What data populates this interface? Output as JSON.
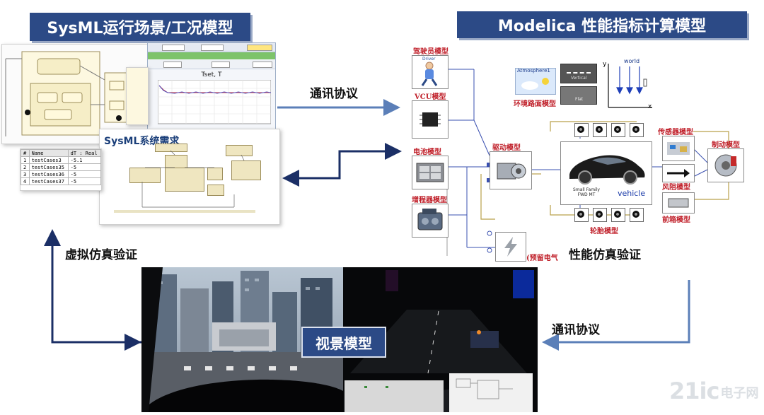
{
  "banners": {
    "sysml": "SysML运行场景/工况模型",
    "modelica": "Modelica 性能指标计算模型",
    "scene": "视景模型"
  },
  "labels": {
    "comm_top": "通讯协议",
    "comm_right": "通讯协议",
    "virtual_sim": "虚拟仿真验证",
    "perf_sim": "性能仿真验证"
  },
  "sysml": {
    "requirements_title": "SysML系统需求",
    "chart_title": "Tset, T",
    "table": {
      "headers": [
        "#",
        "Name",
        "dT : Real"
      ],
      "rows": [
        [
          "1",
          "testCases3",
          "-5.1"
        ],
        [
          "2",
          "testCases35",
          "-5"
        ],
        [
          "3",
          "testCases36",
          "-5"
        ],
        [
          "4",
          "testCases37",
          "-5"
        ]
      ]
    }
  },
  "modelica": {
    "driver_label": "驾驶员模型",
    "driver_text": "Driver",
    "vcu_label": "VCU模型",
    "battery_label": "电池模型",
    "range_ext_label": "增程器模型",
    "drive_label": "驱动模型",
    "sensor_label": "传感器模型",
    "brake_label": "制动模型",
    "wind_label": "风阻模型",
    "gearbox_label": "前箱模型",
    "tire_label": "轮胎模型",
    "reserve_label": "(预留电气",
    "env_label": "环境路面模型",
    "atmosphere": "Atmosphere1",
    "vertical": "Vertical",
    "flat": "Flat",
    "world": "world",
    "axis_y": "y",
    "axis_x": "x",
    "vehicle_caption": "Small Family\nFWD MT",
    "vehicle": "vehicle"
  },
  "watermark": {
    "brand": "21ic",
    "cn": "电子网"
  },
  "colors": {
    "banner": "#2c4a86",
    "arrow_light": "#5b7fb8",
    "arrow_dark": "#1b2f66",
    "label_red": "#c0202a",
    "wire_blue": "#3a50b0"
  }
}
